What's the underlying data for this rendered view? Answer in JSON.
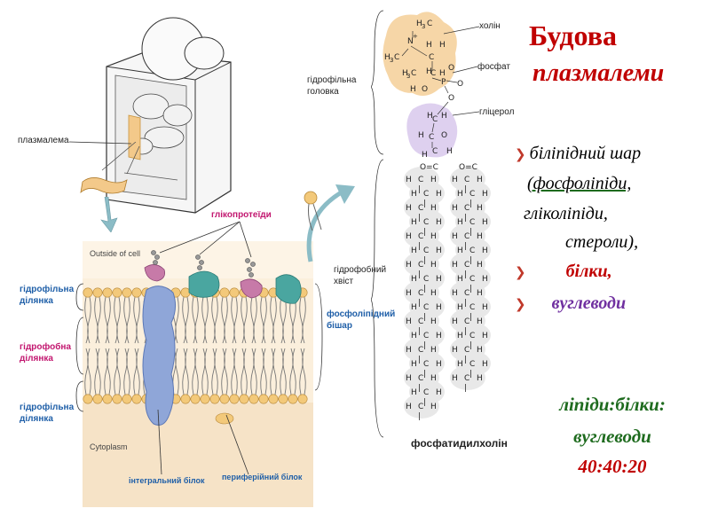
{
  "cell_panel": {
    "plasmalemma_label": "плазмалема"
  },
  "membrane_panel": {
    "outside_label": "Outside of cell",
    "cytoplasm_label": "Cytoplasm",
    "glycoproteins_label": "глікопротеїди",
    "hydrophilic_top_label": "гідрофільна\nділянка",
    "hydrophobic_label": "гідрофобна\nділянка",
    "hydrophilic_bottom_label": "гідрофільна\nділянка",
    "bilayer_label": "фосфоліпідний\nбішар",
    "integral_protein_label": "інтегральний білок",
    "peripheral_protein_label": "периферійний білок"
  },
  "molecule_panel": {
    "choline_label": "холін",
    "phosphate_label": "фосфат",
    "glycerol_label": "гліцерол",
    "hydrophilic_head_label": "гідрофільна\nголовка",
    "hydrophobic_tail_label": "гідрофобний\nхвіст",
    "molecule_name": "фосфатидилхолін"
  },
  "slide": {
    "title_line1": "Будова",
    "title_line2": "плазмалеми",
    "bullets": [
      {
        "text": "біліпідний шар",
        "color": "#000000"
      },
      {
        "text": "(фосфоліпіди,",
        "color": "#000000"
      },
      {
        "text": "гліколіпіди,",
        "color": "#000000"
      },
      {
        "text": "стероли),",
        "color": "#000000"
      },
      {
        "text": "білки,",
        "color": "#c00000"
      },
      {
        "text": "вуглеводи",
        "color": "#7030a0"
      }
    ],
    "ratio_line1": "ліпіди:білки:",
    "ratio_line2": "вуглеводи",
    "ratio_line3": "40:40:20"
  },
  "colors": {
    "title": "#c00000",
    "integral_protein": "#8fa6d8",
    "peripheral_protein": "#4aa6a0",
    "head": "#f3c97a",
    "choline_blob": "#f5cf98",
    "glycerol_blob": "#d8c8ec",
    "tail_blob": "#e8e8e8",
    "ratio_green": "#1e6b1e",
    "ratio_red": "#c00000"
  }
}
